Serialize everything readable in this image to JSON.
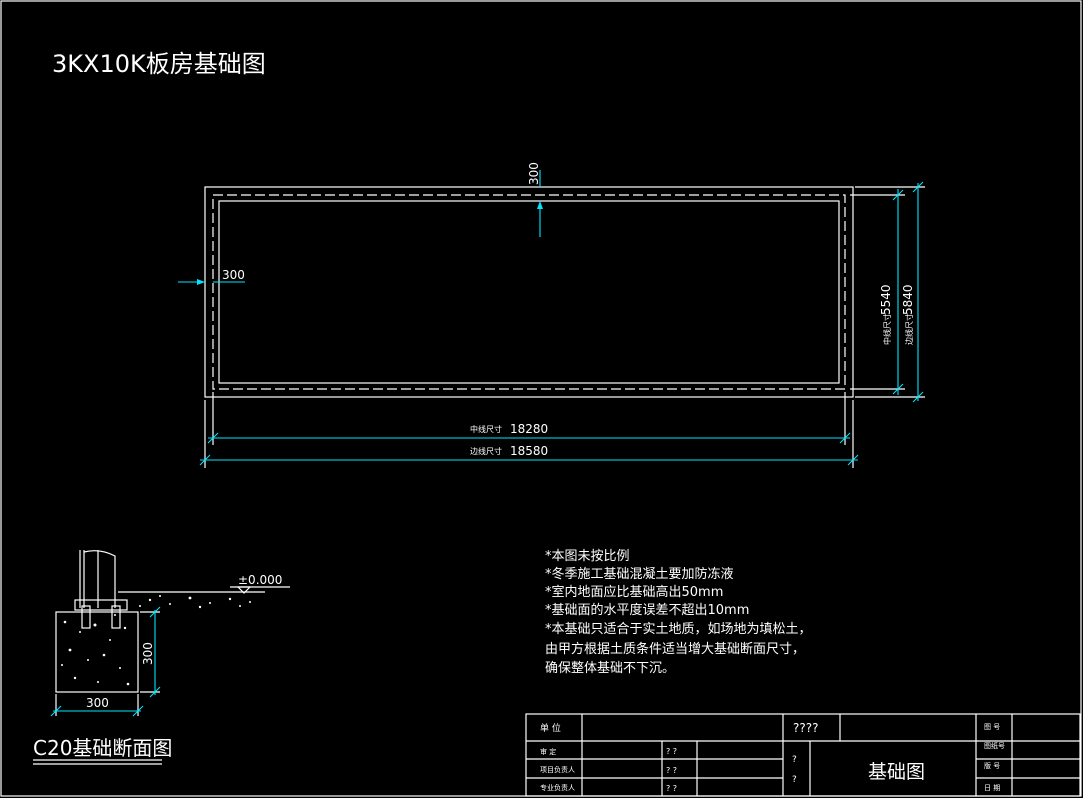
{
  "drawing": {
    "title": "3KX10K板房基础图",
    "plan": {
      "top_offset": "300",
      "left_offset": "300",
      "height_center_label": "中线尺寸",
      "height_center_value": "5540",
      "height_outer_label": "边线尺寸",
      "height_outer_value": "5840",
      "width_center_label": "中线尺寸",
      "width_center_value": "18280",
      "width_outer_label": "边线尺寸",
      "width_outer_value": "18580"
    },
    "section": {
      "elevation": "±0.000",
      "depth": "300",
      "width": "300",
      "caption": "C20基础断面图"
    },
    "notes": [
      "*本图未按比例",
      "*冬季施工基础混凝土要加防冻液",
      "*室内地面应比基础高出50mm",
      "*基础面的水平度误差不超出10mm",
      "*本基础只适合于实土地质，如场地为填松土，",
      " 由甲方根据土质条件适当增大基础断面尺寸，",
      " 确保整体基础不下沉。"
    ],
    "title_block": {
      "unit_label": "单 位",
      "project_value": "????",
      "row2_label": "审 定",
      "row3_label": "项目负责人",
      "row4_label": "专业负责人",
      "marks": [
        "? ?",
        "? ?",
        "? ?"
      ],
      "mid_mark_1": "?",
      "mid_mark_2": "?",
      "drawing_name": "基础图",
      "right_1": "图 号",
      "right_2": "图纸号",
      "right_3": "版 号",
      "right_4": "日 期"
    }
  },
  "colors": {
    "line": "#ffffff",
    "dimension": "#00e5ff",
    "background": "#000000"
  }
}
